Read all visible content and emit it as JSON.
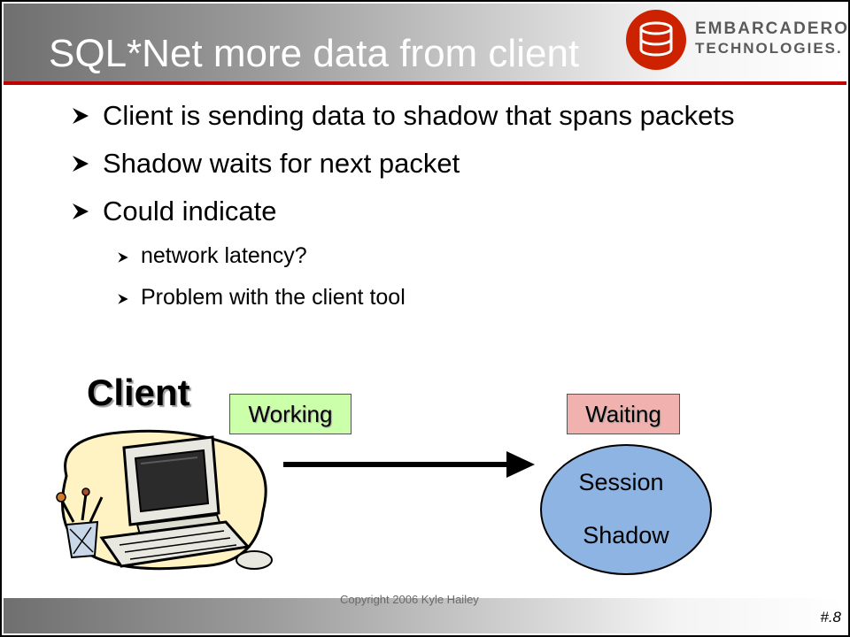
{
  "slide": {
    "title": "SQL*Net more data from client",
    "logo": {
      "line1": "EMBARCADERO",
      "line2": "TECHNOLOGIES."
    },
    "bullets": [
      {
        "text": "Client is sending data to shadow that spans packets"
      },
      {
        "text": "Shadow waits for next packet"
      },
      {
        "text": "Could indicate"
      }
    ],
    "sub_bullets": [
      {
        "text": "network latency?"
      },
      {
        "text": "Problem with the client tool"
      }
    ],
    "diagram": {
      "client_label": "Client",
      "client_state": "Working",
      "shadow_state": "Waiting",
      "shadow_line1": "Session",
      "shadow_line2": "Shadow"
    },
    "footer": {
      "copyright": "Copyright 2006 Kyle Hailey",
      "page_number": "#.8"
    },
    "colors": {
      "accent_red": "#c00000",
      "working_fill": "#ccffaa",
      "waiting_fill": "#f1b1ae",
      "shadow_fill": "#8eb4e3"
    },
    "icons": [
      "arrow-bullet-icon",
      "computer-clipart-icon",
      "embarcadero-logo-icon",
      "right-arrow-icon"
    ]
  }
}
